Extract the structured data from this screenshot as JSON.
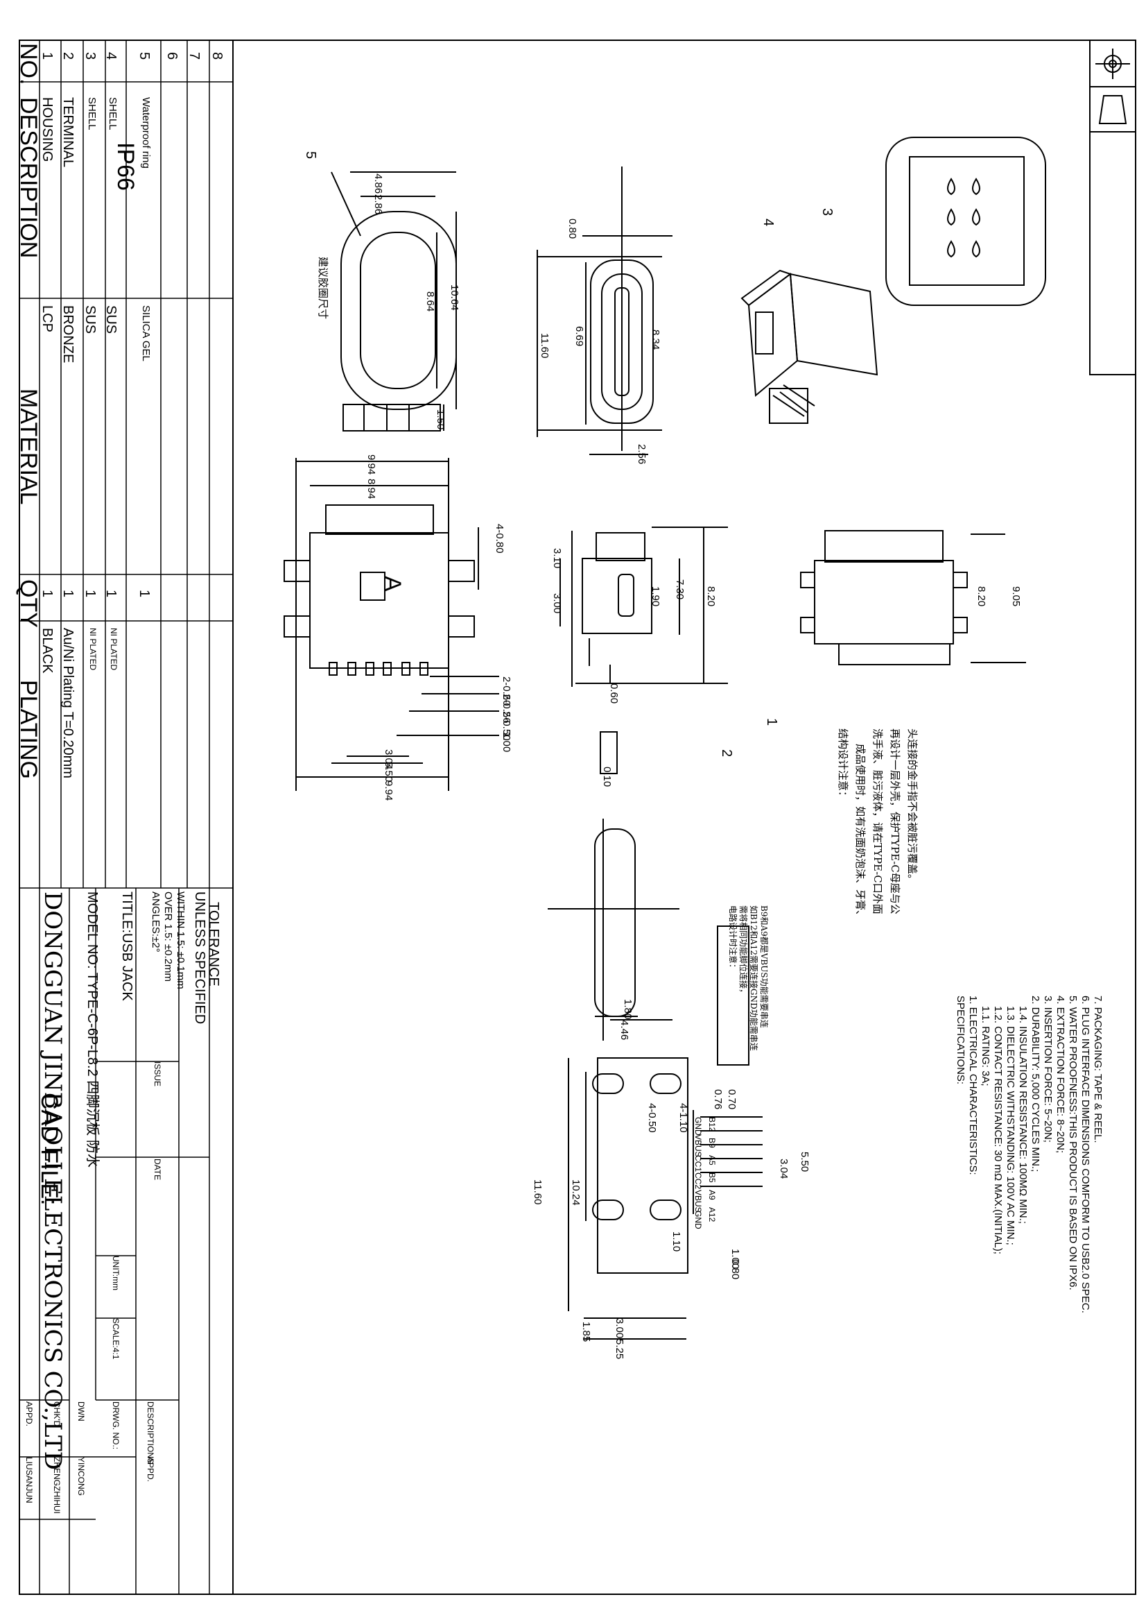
{
  "cad_file": "CAD FILE:",
  "ip66": "IP66",
  "dimensions": {
    "ring_width": "4.86",
    "ring_inner": "2.86",
    "ring_height": "10.64",
    "ring_inner_h": "8.64",
    "ring_thk": "1.50",
    "ring_note": "建议胶圈尺寸",
    "side_top": "0.80",
    "side_h1": "11.60",
    "side_h2": "6.69",
    "side_h3": "8.34",
    "side_w": "2.56",
    "top_w1": "9.94",
    "top_w2": "8.94",
    "top_pad": "4-0.80",
    "pin1": "2-0.60",
    "pin2": "2-0.56",
    "pin3": "2-0.50",
    "pin4": "1.00",
    "pin_pitch1": "3.04",
    "pin_pitch2": "5.50",
    "bottom_w": "9.94",
    "mid_a": "3.10",
    "mid_b": "3.00",
    "mid_c": "1.90",
    "mid_d": "7.30",
    "mid_e": "8.20",
    "mid_f": "0.60",
    "r_a": "8.20",
    "r_b": "9.05",
    "flat": "0.10",
    "fl_a": "1.80",
    "fl_b": "4.46",
    "pcb_a": "0.70",
    "pcb_b": "0.76",
    "pcb_c": "4-0.50",
    "pcb_d": "4-1.10",
    "pcb_e": "5.50",
    "pcb_f": "3.04",
    "pcb_g": "11.60",
    "pcb_h": "10.24",
    "pcb_i": "1.10",
    "pcb_j": "1.00",
    "pcb_k": "0.80",
    "pcb_l": "1.85",
    "pcb_m": "3.00",
    "pcb_n": "5.25",
    "view_label": "A"
  },
  "balloons": [
    "1",
    "2",
    "3",
    "4",
    "5"
  ],
  "pins_top": [
    "GND",
    "VBUS",
    "CC1",
    "CC2",
    "VBUS",
    "GND"
  ],
  "pins_bottom": [
    "B12",
    "B9",
    "A5",
    "B5",
    "A9",
    "A12"
  ],
  "design_notes_cn": [
    "结构设计注意：",
    "成品使用时，如有洗面奶泡沫、牙膏、",
    "洗手液、脏污液体，请在TYPE-C口外面",
    "再设计一层外壳，保护TYPE-C母座与公",
    "头连接的金手指不会被脏污覆盖。"
  ],
  "circuit_notes_cn": [
    "电路设计时注意：",
    "需将相同功能脚位连接，",
    "如B12和A12需要连接GND功能需串连",
    "B9和A9都是VBUS功能需要串连"
  ],
  "specs": [
    "SPECIFICATIONS:",
    "1. ELECTRICAL CHARACTERISTICS:",
    "1.1. RATING: 3A;",
    "1.2. CONTACT RESISTANCE: 30 mΩ MAX.(INITIAL);",
    "1.3. DIELECTRIC WITHSTANDING: 100V AC MIN.;",
    "1.4. INSULATION RESISTANCE: 100MΩ MIN.;",
    "2. DURABILITY: 5,000 CYCLES MIN.;",
    "3. INSERTION FORCE: 5~20N;",
    "4. EXTRACTION FORCE: 8~20N;",
    "5. WATER PROOFNESS:THIS PRODUCT IS BASED ON IPX6.",
    "6. PLUG INTERFACE DIMENSIONS COMFORM TO USB2.0 SPEC.",
    "7. PACKAGING: TAPE & REEL."
  ],
  "bom": {
    "headers": {
      "no": "NO.",
      "description": "DESCRIPTION",
      "material": "MATERIAL",
      "qty": "QTY",
      "plating": "PLATING"
    },
    "rows": [
      {
        "no": "1",
        "description": "HOUSING",
        "material": "LCP",
        "qty": "1",
        "plating": "BLACK"
      },
      {
        "no": "2",
        "description": "TERMINAL",
        "material": "BRONZE",
        "qty": "1",
        "plating": "Au/Ni Plating  T=0.20mm"
      },
      {
        "no": "3",
        "description": "SHELL",
        "material": "SUS",
        "qty": "1",
        "plating": "NI PLATED"
      },
      {
        "no": "4",
        "description": "SHELL",
        "material": "SUS",
        "qty": "1",
        "plating": "NI PLATED"
      },
      {
        "no": "5",
        "description": "Waterproof ring",
        "material": "SILICA GEL",
        "qty": "1",
        "plating": ""
      },
      {
        "no": "6",
        "description": "",
        "material": "",
        "qty": "",
        "plating": ""
      },
      {
        "no": "7",
        "description": "",
        "material": "",
        "qty": "",
        "plating": ""
      },
      {
        "no": "8",
        "description": "",
        "material": "",
        "qty": "",
        "plating": ""
      }
    ]
  },
  "title_block": {
    "tolerance_1": "TOLERANCE",
    "tolerance_2": "UNLESS SPECIFIED",
    "within": "WITHIN 1.5: ±0.1mm",
    "over": "OVER 1.5: ±0.2mm",
    "angles": "ANGLES:±2°",
    "title": "TITLE:USB JACK",
    "model": "MODEL NO: TYPE-C-6P-L8.2 四脚沉板 防水",
    "company": "DONGGUAN JINBAOLI ELECTRONICS CO.,LTD",
    "issue": "ISSUE",
    "date": "DATE",
    "unit": "UNIT:mm",
    "scale": "SCALE:4:1",
    "descriptions": "DESCRIPTIONS",
    "appd_top": "APPD.",
    "drwg_no": "DRWG. NO.:",
    "dwn": "DWN",
    "dwn_name": "YINCONG",
    "chkd": "CHK'D",
    "chkd_name": "ZHENGZHIHUI",
    "appd": "APPD.",
    "appd_name": "LIUSANJUN"
  }
}
